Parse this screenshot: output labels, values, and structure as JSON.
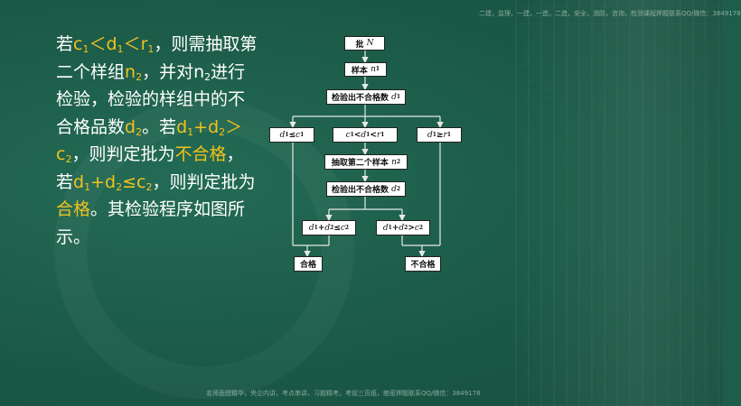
{
  "watermark": {
    "top": "二建，监理，一建，一造，二造，安全，消防，咨询，检测课程押题联系QQ/微信：3849178",
    "bottom": "名师面授精华，央企内讲，考点串讲，习题精考，考前三页纸，绝密押题联系QQ/微信：3849178"
  },
  "paragraph1": {
    "t1": "若",
    "c": "c",
    "c_sub": "1",
    "lt1": "＜",
    "d": "d",
    "d_sub": "1",
    "lt2": "＜",
    "r": "r",
    "r_sub": "1",
    "t2": "，则需抽取第二个样组",
    "n": "n",
    "n_sub": "2",
    "t3": "，并对",
    "n2": "n",
    "n2_sub": "2",
    "t4": "进行检验，检验的样组中的不合格品数",
    "dd": "d",
    "dd_sub": "2",
    "t5": "。若",
    "e1": "d",
    "e1_sub": "1",
    "e_plus": "+",
    "e2": "d",
    "e2_sub": "2",
    "e_gt": "＞",
    "e3": "c",
    "e3_sub": "2",
    "t6": "，则判定批为",
    "verdict": "不合格",
    "t7": "，"
  },
  "paragraph2": {
    "t1": "若",
    "e1": "d",
    "e1_sub": "1",
    "e_plus": "+",
    "e2": "d",
    "e2_sub": "2",
    "e_le": "≤",
    "e3": "c",
    "e3_sub": "2",
    "t2": "，则判定批为",
    "verdict": "合格",
    "t3": "。其检验程序如图所示。"
  },
  "flowchart": {
    "batch": {
      "label": "批",
      "var": "N"
    },
    "sample1": {
      "label": "样本",
      "var": "n",
      "sub": "1"
    },
    "inspect1": {
      "label": "检验出不合格数",
      "var": "d",
      "sub": "1"
    },
    "branch_left": {
      "a": "d",
      "a_sub": "1",
      "op": "≤",
      "b": "c",
      "b_sub": "1"
    },
    "branch_mid": {
      "a": "c",
      "a_sub": "1",
      "op1": "<",
      "b": "d",
      "b_sub": "1",
      "op2": "<",
      "c": "r",
      "c_sub": "1"
    },
    "branch_right": {
      "a": "d",
      "a_sub": "1",
      "op": "≥",
      "b": "r",
      "b_sub": "1"
    },
    "sample2": {
      "label": "抽取第二个样本",
      "var": "n",
      "sub": "2"
    },
    "inspect2": {
      "label": "检验出不合格数",
      "var": "d",
      "sub": "2"
    },
    "branch2_left": {
      "a": "d",
      "a_sub": "1",
      "op1": "+",
      "b": "d",
      "b_sub": "2",
      "op2": "≤",
      "c": "c",
      "c_sub": "2"
    },
    "branch2_right": {
      "a": "d",
      "a_sub": "1",
      "op1": "+",
      "b": "d",
      "b_sub": "2",
      "op2": ">",
      "c": "c",
      "c_sub": "2"
    },
    "accept": "合格",
    "reject": "不合格"
  }
}
